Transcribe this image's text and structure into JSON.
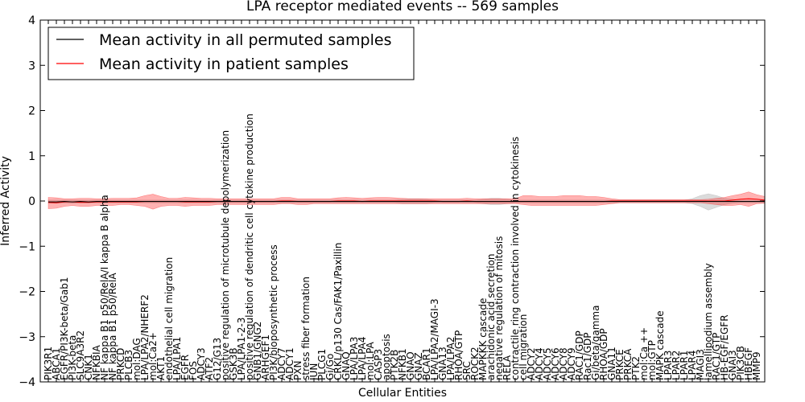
{
  "chart_data": {
    "type": "line",
    "title": "LPA receptor mediated events -- 569 samples",
    "xlabel": "Cellular Entities",
    "ylabel": "Inferred Activity",
    "ylim": [
      -4,
      4
    ],
    "yticks": [
      -4,
      -3,
      -2,
      -1,
      0,
      1,
      2,
      3,
      4
    ],
    "grid": false,
    "legend_position": "top-left",
    "colors": {
      "permuted": "#000000",
      "patient": "#ff0000",
      "patient_band": "#ff0000",
      "permuted_band": "#999999"
    },
    "categories": [
      "PIK3R1",
      "ABCA1",
      "EGFR/PI3K-beta/Gab1",
      "PI3K-beta",
      "SLC9A3R2",
      "CNK1",
      "NFKBIA",
      "NF kappa B1 p50/RelA/I kappa B alpha",
      "NF kappa B1 p50/RelA",
      "PRKCD",
      "PLCB3",
      "mol:DAG",
      "LPA/LPA2/NHERF2",
      "mol:Ca2+",
      "AKT1",
      "endothelial cell migration",
      "LPA/LPA1",
      "EGFR",
      "FOS",
      "ADCY3",
      "ATF2",
      "G12/G13",
      "positive regulation of microtubule depolymerization",
      "GSK3B",
      "LPA/LPA1-2-3",
      "positive regulation of dendritic cell cytokine production",
      "GNB1/GNG2",
      "ARHGEF1",
      "PI3K/bioposynthetic process",
      "ADCY7",
      "ADCY1",
      "PXN",
      "stress fiber formation",
      "JUN",
      "PLCG1",
      "Gi/Go",
      "CRKL/p130 Cas/FAK1/Paxillin",
      "GNAQ",
      "LPA/LPA3",
      "LPA/LPA4",
      "mol:LPA",
      "CASP3",
      "apoptosis",
      "PTK2B",
      "NFKB1",
      "GNAO",
      "GNAZ",
      "BCAR1",
      "LPA/LPA2/MAGI-3",
      "GNA13",
      "LPA/LPA2",
      "RHOA/GTP",
      "SRC",
      "ROCK2",
      "MAPKKK cascade",
      "arachidonic acid secretion",
      "negative regulation of mitosis",
      "RELA",
      "contractile ring contraction involved in cytokinesis",
      "cell migration",
      "ADCY2",
      "ADCY4",
      "ADCY5",
      "ADCY6",
      "ADCY8",
      "ADCY9",
      "RAC1/GDP",
      "Rac1/GDP",
      "Gi/beta/gamma",
      "RHOA/GDP",
      "GNA11",
      "PRKCE",
      "PRKCA",
      "PTK2",
      "mol:Ca ++",
      "mol:GTP",
      "MAPK cascade",
      "LPAR3",
      "LPAR2",
      "LPAR1",
      "LPAR4",
      "MAGI3",
      "lamellipodium assembly",
      "RAC1/GTP",
      "HB-EGF/EGFR",
      "GNAI3",
      "PIK3CB",
      "HBEGF",
      "MMP9"
    ],
    "series": [
      {
        "name": "Mean activity in all permuted samples",
        "values": [
          -0.02,
          -0.02,
          -0.01,
          -0.02,
          -0.01,
          -0.02,
          -0.01,
          -0.01,
          -0.01,
          -0.01,
          -0.01,
          -0.01,
          -0.01,
          -0.01,
          -0.01,
          -0.01,
          -0.01,
          -0.01,
          -0.01,
          -0.01,
          -0.01,
          -0.01,
          -0.01,
          -0.01,
          -0.01,
          -0.01,
          -0.01,
          -0.01,
          -0.01,
          -0.01,
          -0.01,
          -0.01,
          -0.01,
          -0.01,
          -0.01,
          -0.01,
          -0.01,
          -0.01,
          -0.01,
          -0.01,
          -0.01,
          -0.01,
          -0.01,
          -0.01,
          -0.01,
          -0.01,
          -0.01,
          -0.01,
          -0.01,
          -0.01,
          -0.01,
          -0.01,
          -0.01,
          -0.01,
          -0.01,
          -0.01,
          -0.01,
          -0.01,
          -0.01,
          -0.01,
          -0.01,
          -0.01,
          -0.01,
          -0.01,
          -0.01,
          -0.01,
          -0.01,
          -0.01,
          -0.01,
          -0.01,
          -0.01,
          -0.01,
          -0.01,
          -0.01,
          -0.01,
          -0.01,
          -0.01,
          -0.01,
          -0.01,
          -0.01,
          -0.01,
          -0.01,
          -0.01,
          -0.01,
          -0.01,
          -0.01,
          -0.01,
          -0.01,
          -0.01,
          -0.01
        ],
        "band_low": [
          -0.05,
          -0.05,
          -0.04,
          -0.05,
          -0.04,
          -0.04,
          -0.04,
          -0.04,
          -0.04,
          -0.04,
          -0.04,
          -0.04,
          -0.04,
          -0.04,
          -0.04,
          -0.04,
          -0.04,
          -0.04,
          -0.04,
          -0.04,
          -0.04,
          -0.04,
          -0.04,
          -0.04,
          -0.04,
          -0.04,
          -0.04,
          -0.04,
          -0.04,
          -0.04,
          -0.04,
          -0.04,
          -0.04,
          -0.04,
          -0.04,
          -0.04,
          -0.04,
          -0.04,
          -0.04,
          -0.04,
          -0.04,
          -0.04,
          -0.04,
          -0.04,
          -0.06,
          -0.06,
          -0.06,
          -0.06,
          -0.04,
          -0.04,
          -0.04,
          -0.04,
          -0.04,
          -0.04,
          -0.06,
          -0.08,
          -0.08,
          -0.06,
          -0.04,
          -0.04,
          -0.04,
          -0.04,
          -0.04,
          -0.04,
          -0.04,
          -0.04,
          -0.04,
          -0.04,
          -0.04,
          -0.04,
          -0.04,
          -0.04,
          -0.04,
          -0.04,
          -0.04,
          -0.04,
          -0.04,
          -0.04,
          -0.04,
          -0.04,
          -0.06,
          -0.12,
          -0.2,
          -0.14,
          -0.08,
          -0.05,
          -0.04,
          -0.04,
          -0.04,
          -0.04
        ],
        "band_high": [
          0.02,
          0.02,
          0.02,
          0.02,
          0.02,
          0.02,
          0.02,
          0.02,
          0.02,
          0.02,
          0.02,
          0.02,
          0.02,
          0.02,
          0.02,
          0.02,
          0.02,
          0.02,
          0.02,
          0.02,
          0.02,
          0.02,
          0.02,
          0.02,
          0.02,
          0.02,
          0.02,
          0.02,
          0.02,
          0.02,
          0.02,
          0.02,
          0.02,
          0.02,
          0.02,
          0.02,
          0.02,
          0.02,
          0.02,
          0.02,
          0.02,
          0.02,
          0.02,
          0.02,
          0.04,
          0.05,
          0.05,
          0.04,
          0.02,
          0.02,
          0.02,
          0.02,
          0.02,
          0.02,
          0.04,
          0.06,
          0.06,
          0.04,
          0.02,
          0.02,
          0.02,
          0.02,
          0.02,
          0.02,
          0.02,
          0.02,
          0.02,
          0.02,
          0.02,
          0.02,
          0.02,
          0.02,
          0.02,
          0.02,
          0.02,
          0.02,
          0.02,
          0.02,
          0.02,
          0.02,
          0.05,
          0.12,
          0.16,
          0.12,
          0.06,
          0.04,
          0.02,
          0.02,
          0.02,
          0.02
        ]
      },
      {
        "name": "Mean activity in patient samples",
        "values": [
          -0.03,
          -0.04,
          -0.02,
          -0.02,
          -0.03,
          -0.03,
          -0.02,
          -0.02,
          -0.02,
          -0.02,
          -0.02,
          -0.02,
          -0.01,
          -0.01,
          -0.01,
          -0.01,
          -0.01,
          -0.02,
          -0.02,
          -0.02,
          -0.02,
          -0.01,
          -0.01,
          -0.01,
          -0.01,
          -0.01,
          -0.01,
          -0.01,
          -0.01,
          0.0,
          0.0,
          -0.01,
          -0.01,
          -0.01,
          -0.01,
          -0.01,
          0.0,
          0.0,
          0.0,
          -0.01,
          0.0,
          0.0,
          0.0,
          0.0,
          0.0,
          0.0,
          0.0,
          0.0,
          0.0,
          -0.01,
          -0.01,
          -0.01,
          0.0,
          -0.01,
          -0.01,
          -0.01,
          -0.01,
          -0.01,
          -0.01,
          -0.01,
          -0.01,
          -0.01,
          -0.01,
          -0.01,
          -0.01,
          -0.01,
          -0.01,
          -0.01,
          -0.01,
          -0.01,
          0.0,
          0.0,
          0.0,
          0.0,
          0.0,
          0.0,
          0.0,
          0.0,
          0.0,
          0.0,
          0.0,
          0.0,
          0.0,
          0.0,
          0.0,
          0.02,
          0.04,
          0.05,
          0.04,
          0.02
        ],
        "band_low": [
          -0.17,
          -0.16,
          -0.12,
          -0.1,
          -0.12,
          -0.12,
          -0.1,
          -0.1,
          -0.1,
          -0.08,
          -0.08,
          -0.1,
          -0.12,
          -0.18,
          -0.12,
          -0.1,
          -0.1,
          -0.12,
          -0.1,
          -0.1,
          -0.1,
          -0.08,
          -0.08,
          -0.08,
          -0.08,
          -0.08,
          -0.08,
          -0.08,
          -0.08,
          -0.06,
          -0.06,
          -0.08,
          -0.08,
          -0.06,
          -0.06,
          -0.06,
          -0.06,
          -0.06,
          -0.06,
          -0.06,
          -0.06,
          -0.06,
          -0.06,
          -0.06,
          -0.06,
          -0.06,
          -0.06,
          -0.06,
          -0.06,
          -0.06,
          -0.06,
          -0.06,
          -0.06,
          -0.06,
          -0.06,
          -0.06,
          -0.06,
          -0.06,
          -0.06,
          -0.08,
          -0.1,
          -0.1,
          -0.1,
          -0.1,
          -0.1,
          -0.1,
          -0.1,
          -0.1,
          -0.1,
          -0.08,
          -0.06,
          -0.04,
          -0.04,
          -0.04,
          -0.04,
          -0.04,
          -0.04,
          -0.04,
          -0.04,
          -0.04,
          -0.04,
          -0.04,
          -0.06,
          -0.08,
          -0.1,
          -0.1,
          -0.08,
          -0.12,
          -0.06,
          -0.05
        ],
        "band_high": [
          0.08,
          0.07,
          0.05,
          0.05,
          0.06,
          0.06,
          0.05,
          0.05,
          0.06,
          0.06,
          0.06,
          0.07,
          0.12,
          0.15,
          0.1,
          0.06,
          0.06,
          0.08,
          0.07,
          0.06,
          0.06,
          0.05,
          0.05,
          0.05,
          0.05,
          0.05,
          0.05,
          0.05,
          0.05,
          0.08,
          0.08,
          0.05,
          0.05,
          0.05,
          0.05,
          0.05,
          0.07,
          0.08,
          0.07,
          0.06,
          0.07,
          0.08,
          0.08,
          0.07,
          0.06,
          0.05,
          0.05,
          0.05,
          0.05,
          0.05,
          0.05,
          0.05,
          0.06,
          0.05,
          0.05,
          0.05,
          0.05,
          0.05,
          0.05,
          0.12,
          0.12,
          0.1,
          0.1,
          0.1,
          0.12,
          0.12,
          0.12,
          0.1,
          0.1,
          0.08,
          0.05,
          0.03,
          0.03,
          0.03,
          0.03,
          0.03,
          0.03,
          0.03,
          0.03,
          0.03,
          0.03,
          0.03,
          0.04,
          0.06,
          0.08,
          0.12,
          0.15,
          0.2,
          0.14,
          0.1
        ]
      }
    ]
  }
}
